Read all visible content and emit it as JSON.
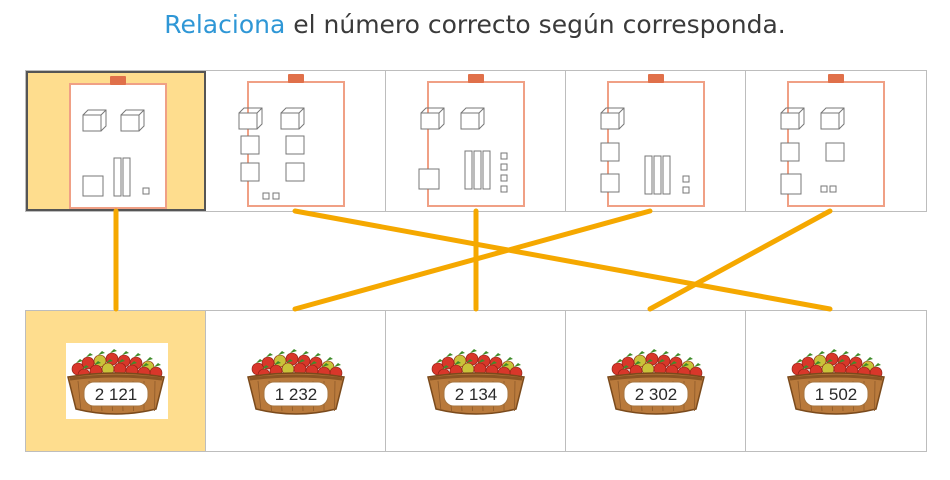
{
  "instruction": {
    "keyword": "Relaciona",
    "rest": " el número correcto según corresponda."
  },
  "colors": {
    "keyword": "#2f97d6",
    "line": "#f5a800",
    "selected": "#fedd8e",
    "card_border": "#f0a085",
    "board_tab": "#e0704a"
  },
  "cards": [
    {
      "name": "card-1",
      "icon": "base-ten-blocks-card",
      "selected": true
    },
    {
      "name": "card-2",
      "icon": "base-ten-blocks-card",
      "selected": false
    },
    {
      "name": "card-3",
      "icon": "base-ten-blocks-card",
      "selected": false
    },
    {
      "name": "card-4",
      "icon": "base-ten-blocks-card",
      "selected": false
    },
    {
      "name": "card-5",
      "icon": "base-ten-blocks-card",
      "selected": false
    }
  ],
  "baskets": [
    {
      "label": "2 121",
      "icon": "fruit-basket-icon",
      "selected": true
    },
    {
      "label": "1 232",
      "icon": "fruit-basket-icon",
      "selected": false
    },
    {
      "label": "2 134",
      "icon": "fruit-basket-icon",
      "selected": false
    },
    {
      "label": "2 302",
      "icon": "fruit-basket-icon",
      "selected": false
    },
    {
      "label": "1 502",
      "icon": "fruit-basket-icon",
      "selected": false
    }
  ],
  "connections": [
    {
      "card": 1,
      "basket": 1
    },
    {
      "card": 2,
      "basket": 5
    },
    {
      "card": 3,
      "basket": 3
    },
    {
      "card": 4,
      "basket": 2
    },
    {
      "card": 5,
      "basket": 4
    }
  ]
}
